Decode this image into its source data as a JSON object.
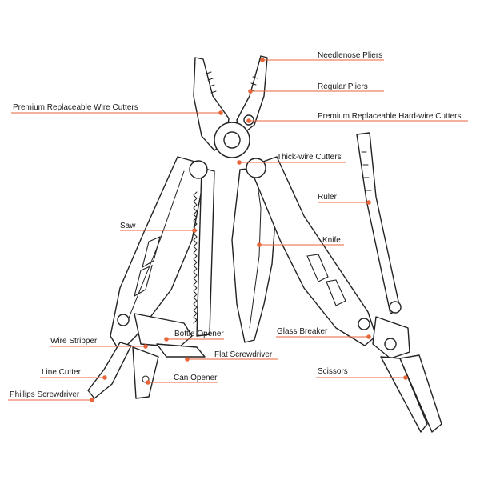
{
  "colors": {
    "leader": "#e8663a",
    "outline": "#222222",
    "background": "#ffffff"
  },
  "labels": {
    "needlenose_pliers": "Needlenose Pliers",
    "regular_pliers": "Regular Pliers",
    "wire_cutters": "Premium Replaceable Wire Cutters",
    "hardwire_cutters": "Premium Replaceable Hard-wire Cutters",
    "thick_wire_cutters": "Thick-wire Cutters",
    "ruler": "Ruler",
    "saw": "Saw",
    "knife": "Knife",
    "glass_breaker": "Glass Breaker",
    "wire_stripper": "Wire Stripper",
    "bottle_opener": "Bottle Opener",
    "flat_screwdriver": "Flat Screwdriver",
    "line_cutter": "Line Cutter",
    "can_opener": "Can Opener",
    "scissors": "Scissors",
    "phillips_screwdriver": "Phillips Screwdriver"
  }
}
